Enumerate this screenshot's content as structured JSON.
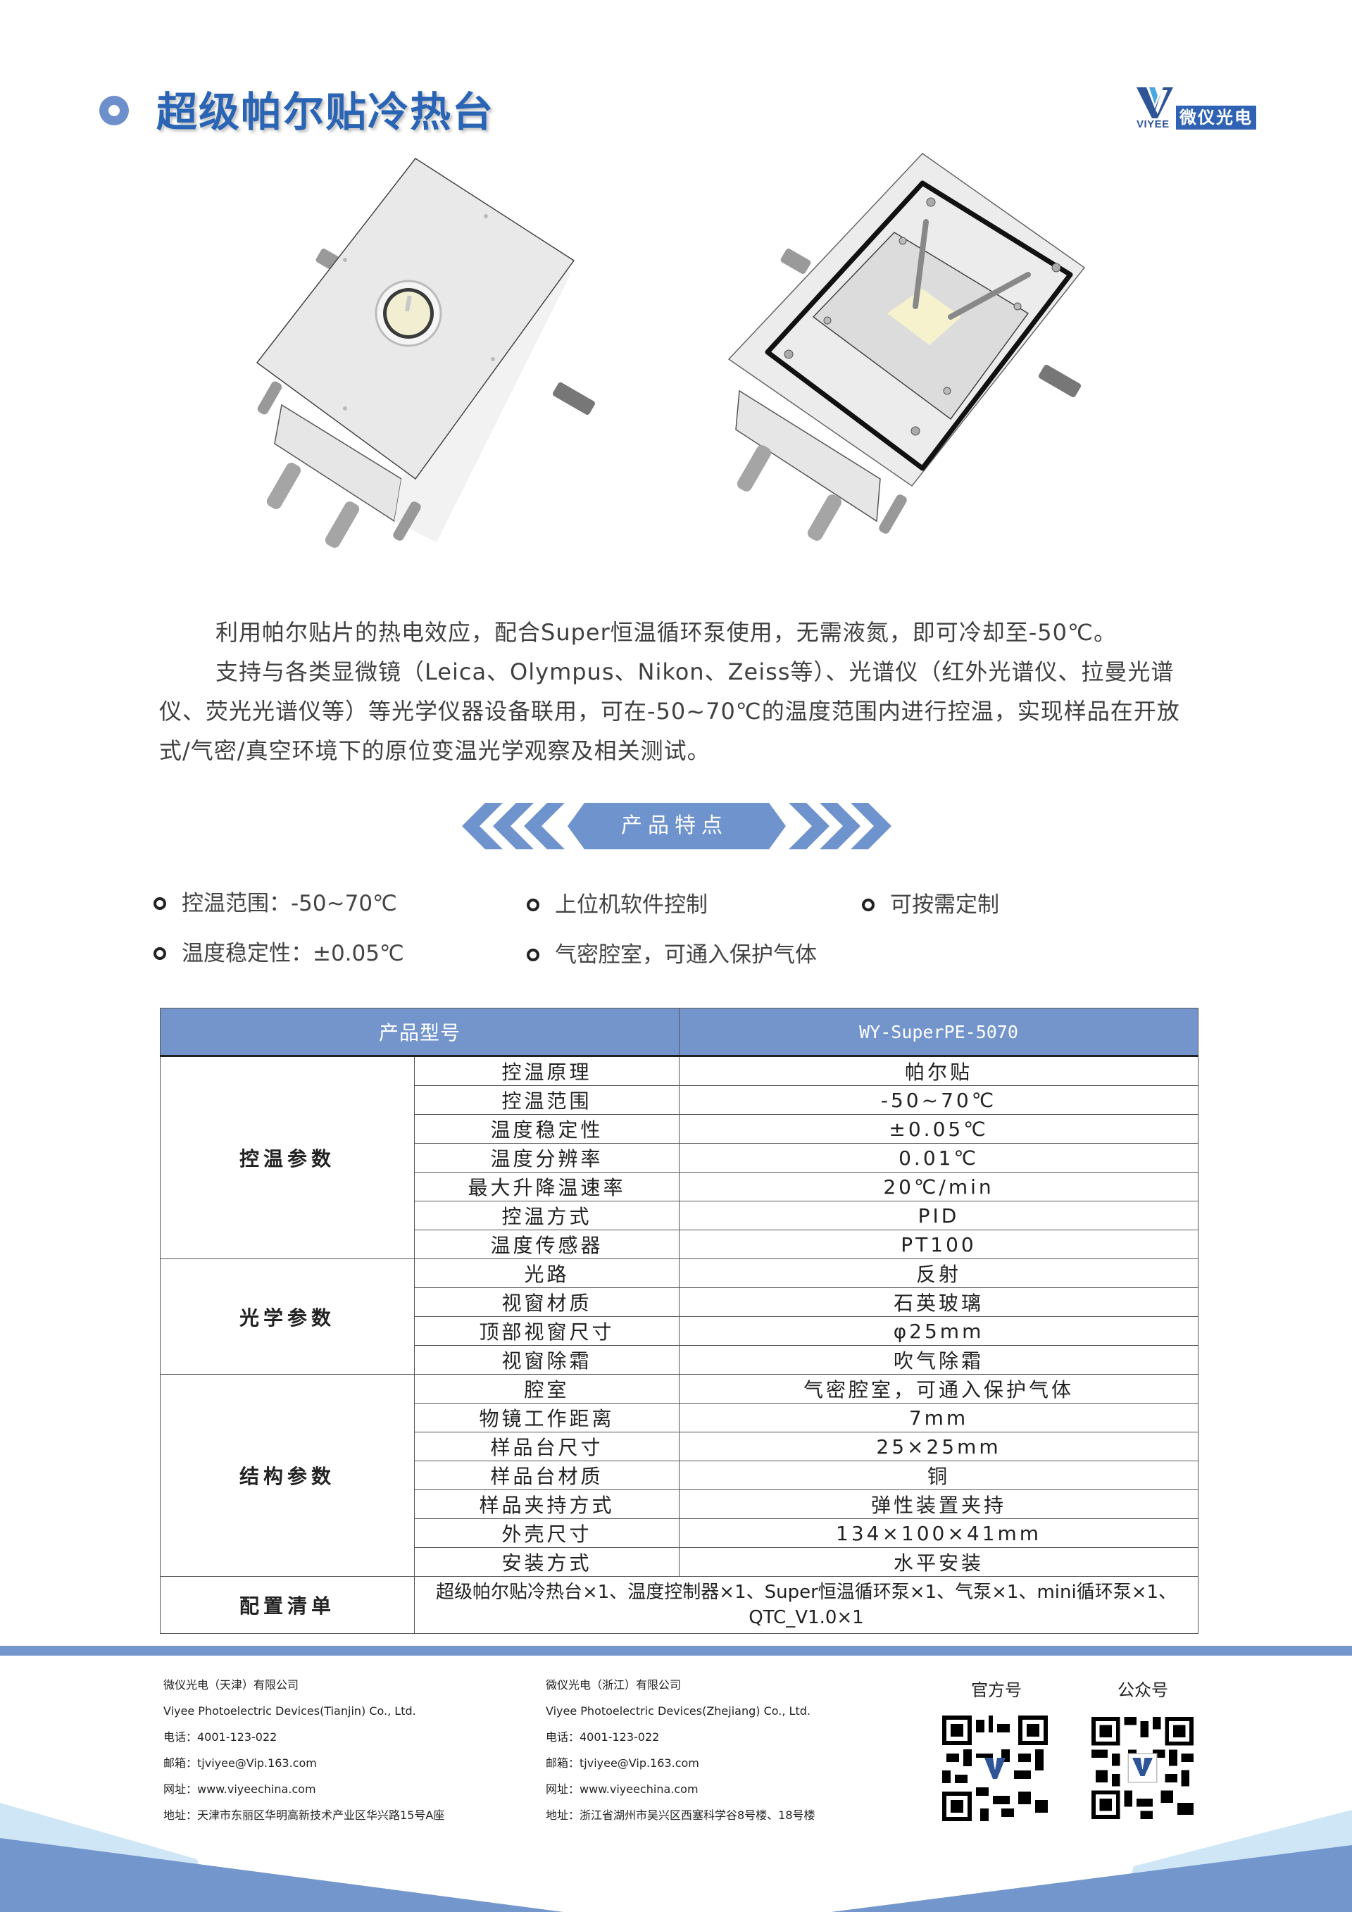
{
  "header": {
    "title": "超级帕尔贴冷热台",
    "logo": {
      "brand_en": "VIYEE",
      "brand_cn": "微仪光电",
      "icon": "viyee-v-logo-icon"
    }
  },
  "images": {
    "left": "product-closed-lid-photo",
    "right": "product-open-lid-photo"
  },
  "intro": {
    "p1": "利用帕尔贴片的热电效应，配合Super恒温循环泵使用，无需液氮，即可冷却至-50℃。",
    "p2": "支持与各类显微镜（Leica、Olympus、Nikon、Zeiss等）、光谱仪（红外光谱仪、拉曼光谱仪、荧光光谱仪等）等光学仪器设备联用，可在-50~70℃的温度范围内进行控温，实现样品在开放式/气密/真空环境下的原位变温光学观察及相关测试。"
  },
  "features_section": {
    "title": "产品特点",
    "items": [
      "控温范围：-50~70℃",
      "上位机软件控制",
      "可按需定制",
      "温度稳定性：±0.05℃",
      "气密腔室，可通入保护气体"
    ]
  },
  "spec_table": {
    "header": {
      "label": "产品型号",
      "model": "WY-SuperPE-5070"
    },
    "groups": [
      {
        "name": "控温参数",
        "rows": [
          {
            "param": "控温原理",
            "value": "帕尔贴"
          },
          {
            "param": "控温范围",
            "value": "-50~70℃"
          },
          {
            "param": "温度稳定性",
            "value": "±0.05℃"
          },
          {
            "param": "温度分辨率",
            "value": "0.01℃"
          },
          {
            "param": "最大升降温速率",
            "value": "20℃/min"
          },
          {
            "param": "控温方式",
            "value": "PID"
          },
          {
            "param": "温度传感器",
            "value": "PT100"
          }
        ]
      },
      {
        "name": "光学参数",
        "rows": [
          {
            "param": "光路",
            "value": "反射"
          },
          {
            "param": "视窗材质",
            "value": "石英玻璃"
          },
          {
            "param": "顶部视窗尺寸",
            "value": "φ25mm"
          },
          {
            "param": "视窗除霜",
            "value": "吹气除霜"
          }
        ]
      },
      {
        "name": "结构参数",
        "rows": [
          {
            "param": "腔室",
            "value": "气密腔室，可通入保护气体"
          },
          {
            "param": "物镜工作距离",
            "value": "7mm"
          },
          {
            "param": "样品台尺寸",
            "value": "25×25mm"
          },
          {
            "param": "样品台材质",
            "value": "铜"
          },
          {
            "param": "样品夹持方式",
            "value": "弹性装置夹持"
          },
          {
            "param": "外壳尺寸",
            "value": "134×100×41mm"
          },
          {
            "param": "安装方式",
            "value": "水平安装"
          }
        ]
      }
    ],
    "config": {
      "label": "配置清单",
      "line1": "超级帕尔贴冷热台×1、温度控制器×1、Super恒温循环泵×1、气泵×1、mini循环泵×1、",
      "line2": "QTC_V1.0×1"
    }
  },
  "footer": {
    "tianjin": {
      "name_cn": "微仪光电（天津）有限公司",
      "name_en": "Viyee Photoelectric Devices(Tianjin) Co., Ltd.",
      "phone": "电话：4001-123-022",
      "email": "邮箱：tjviyee@Vip.163.com",
      "web": "网址：www.viyeechina.com",
      "address": "地址：天津市东丽区华明高新技术产业区华兴路15号A座"
    },
    "zhejiang": {
      "name_cn": "微仪光电（浙江）有限公司",
      "name_en": "Viyee Photoelectric Devices(Zhejiang) Co., Ltd.",
      "phone": "电话：4001-123-022",
      "email": "邮箱：tjviyee@Vip.163.com",
      "web": "网址：www.viyeechina.com",
      "address": "地址：浙江省湖州市吴兴区西塞科学谷8号楼、18号楼"
    },
    "qr_official": {
      "title": "官方号",
      "icon": "qr-code-icon"
    },
    "qr_wechat": {
      "title": "公众号",
      "icon": "qr-code-icon"
    }
  },
  "colors": {
    "accent_blue": "#7396cc",
    "title_blue": "#2a64b4",
    "logo_blue": "#2f62b3"
  }
}
